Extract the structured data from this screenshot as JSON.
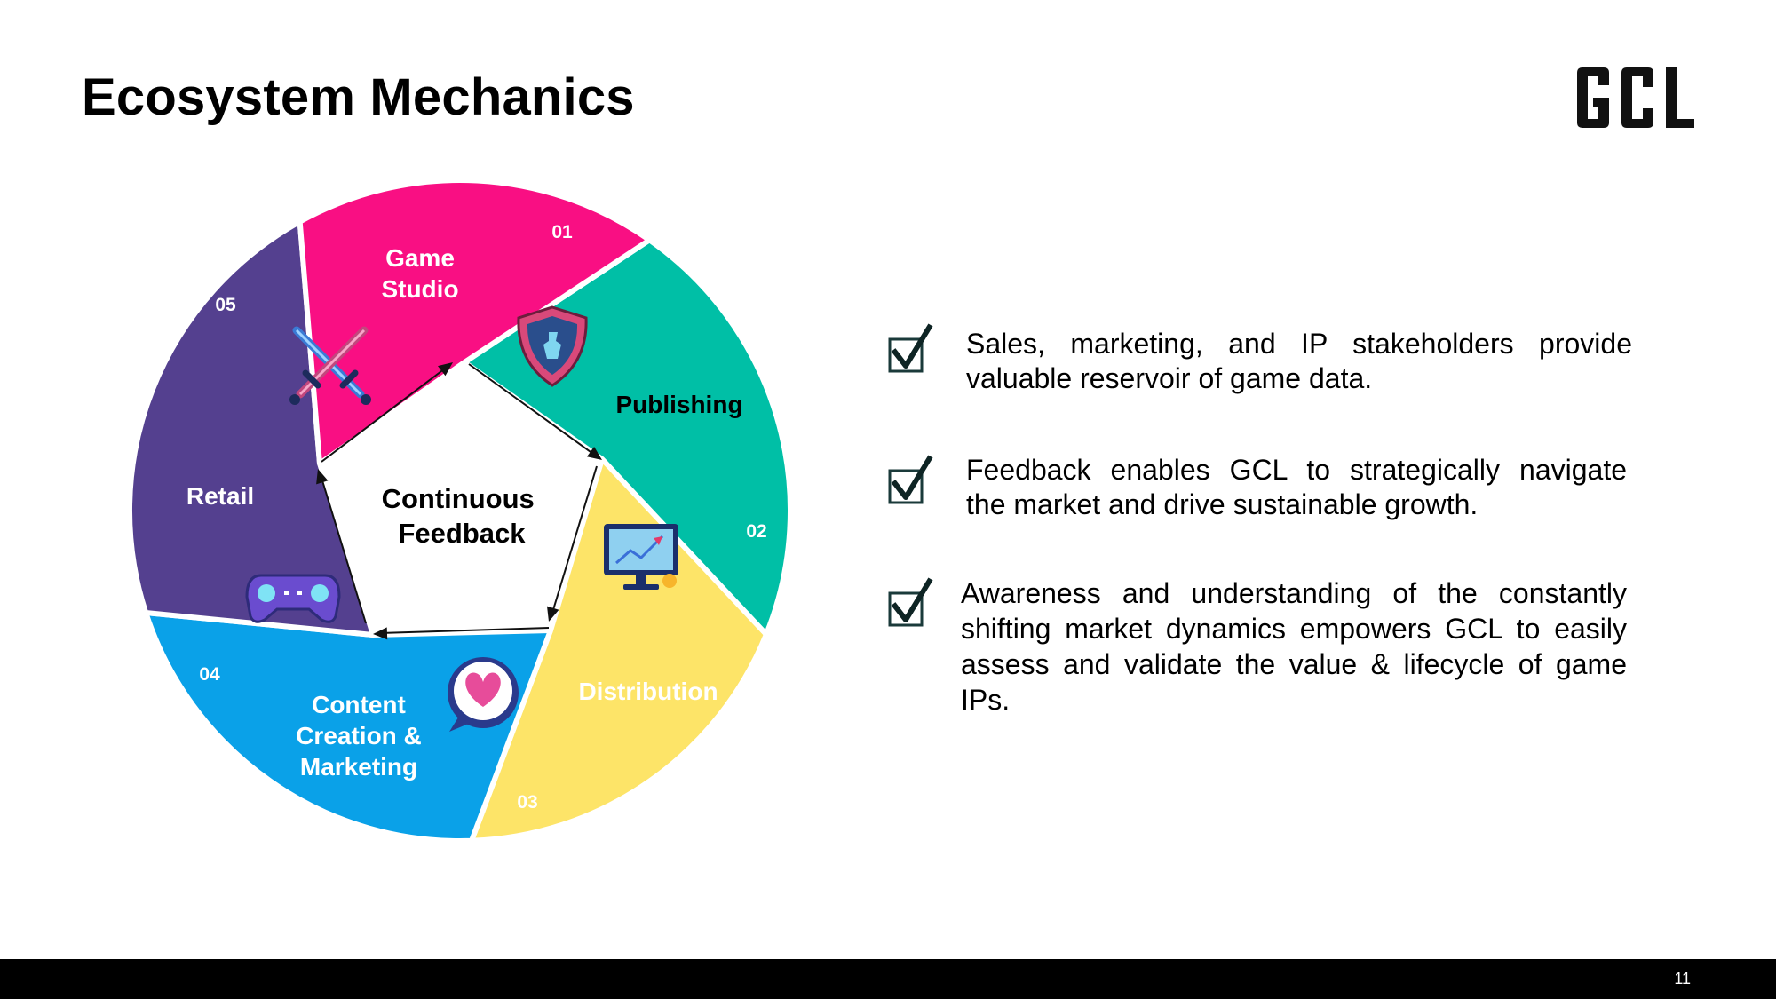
{
  "title": "Ecosystem Mechanics",
  "logo": {
    "text": "GCL"
  },
  "diagram": {
    "center_label": [
      "Continuous",
      "Feedback"
    ],
    "segments": [
      {
        "number": "01",
        "label": [
          "Game",
          "Studio"
        ],
        "color": "#00BFA6",
        "label_color": "#ffffff",
        "icon": "crossed-swords-icon"
      },
      {
        "number": "02",
        "label": [
          "Publishing"
        ],
        "color": "#FDE468",
        "label_color": "#000000",
        "icon": "shield-icon"
      },
      {
        "number": "03",
        "label": [
          "Distribution"
        ],
        "color": "#0AA1E8",
        "label_color": "#ffffff",
        "icon": "monitor-chart-icon"
      },
      {
        "number": "04",
        "label": [
          "Content",
          "Creation &",
          "Marketing"
        ],
        "color": "#54408F",
        "label_color": "#ffffff",
        "icon": "heart-chat-icon"
      },
      {
        "number": "05",
        "label": [
          "Retail"
        ],
        "color": "#F90F83",
        "label_color": "#ffffff",
        "icon": "gamepad-icon"
      }
    ]
  },
  "bullets": [
    {
      "lines": [
        "Sales, marketing, and IP stakeholders provide",
        "valuable reservoir of game data."
      ],
      "icon": "checkmark-icon"
    },
    {
      "lines": [
        "Feedback enables GCL to strategically navigate",
        "the market and drive sustainable growth."
      ],
      "icon": "checkmark-icon"
    },
    {
      "lines": [
        "Awareness and understanding of the constantly",
        "shifting market dynamics empowers GCL to easily",
        "assess and validate the value & lifecycle of game",
        "IPs."
      ],
      "icon": "checkmark-icon"
    }
  ],
  "page_number": "11"
}
